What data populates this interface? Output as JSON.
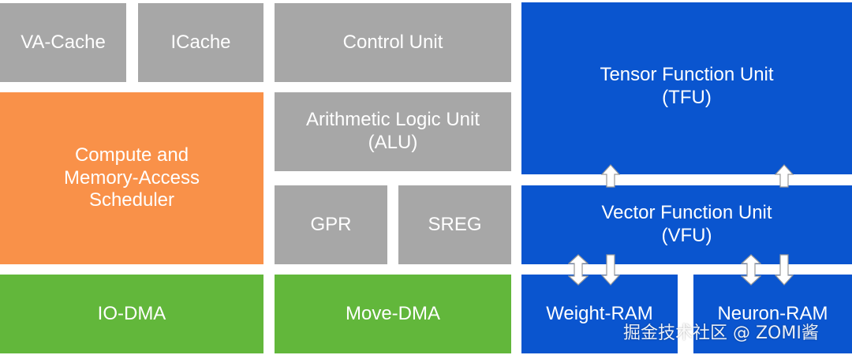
{
  "blocks": {
    "va_cache": "VA-Cache",
    "icache": "ICache",
    "control_unit": "Control Unit",
    "alu": {
      "line1": "Arithmetic Logic Unit",
      "line2": "(ALU)"
    },
    "gpr": "GPR",
    "sreg": "SREG",
    "scheduler": {
      "line1": "Compute and",
      "line2": "Memory-Access",
      "line3": "Scheduler"
    },
    "io_dma": "IO-DMA",
    "move_dma": "Move-DMA",
    "tfu": {
      "line1": "Tensor Function Unit",
      "line2": "(TFU)"
    },
    "vfu": {
      "line1": "Vector Function Unit",
      "line2": "(VFU)"
    },
    "weight_ram": "Weight-RAM",
    "neuron_ram": "Neuron-RAM"
  },
  "watermark": "掘金技术社区 @ ZOMI酱",
  "colors": {
    "gray": "#a7a7a7",
    "orange": "#f99149",
    "green": "#62b73b",
    "blue": "#0a55cf"
  }
}
